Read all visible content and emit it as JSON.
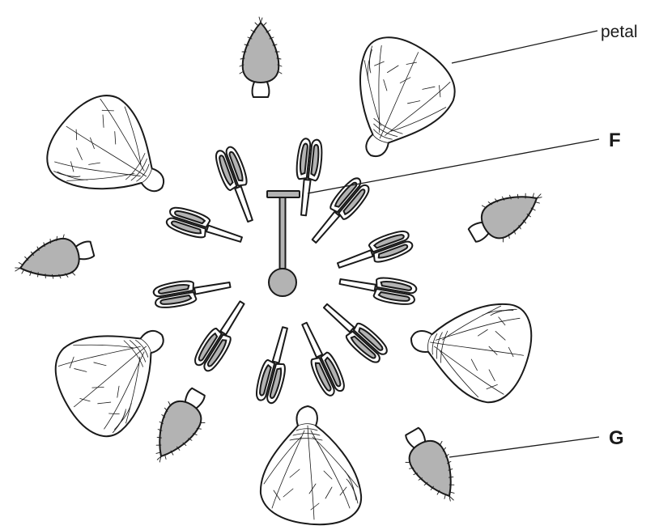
{
  "labels": {
    "petal": "petal",
    "f": "F",
    "g": "G"
  },
  "colors": {
    "line": "#1a1a1a",
    "fill_grey": "#b3b3b3",
    "background": "#ffffff"
  }
}
